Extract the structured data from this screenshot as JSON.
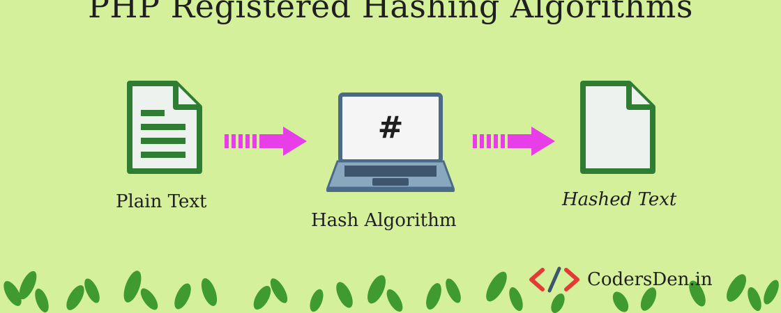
{
  "title": "PHP Registered Hashing Algorithms",
  "nodes": {
    "plain": {
      "label": "Plain Text",
      "icon": "text-document-icon"
    },
    "hash": {
      "label": "Hash Algorithm",
      "icon": "laptop-hash-icon",
      "symbol": "#"
    },
    "hashed": {
      "label": "Hashed Text",
      "icon": "blank-document-icon"
    }
  },
  "arrows": {
    "color": "#e83ee8"
  },
  "brand": {
    "name": "CodersDen.in",
    "icon": "code-brackets-icon"
  },
  "colors": {
    "background": "#d4f09b",
    "document_green": "#2e7d32",
    "laptop_blue": "#4a6a88",
    "leaf_green": "#3f9a2f"
  }
}
